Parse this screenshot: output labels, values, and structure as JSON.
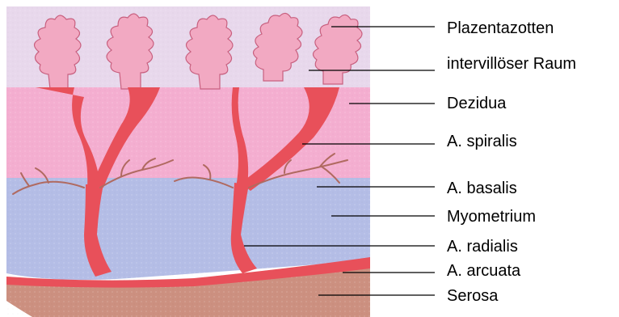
{
  "labels": {
    "plazentazotten": "Plazentazotten",
    "intervilloeser_raum": "intervillöser Raum",
    "dezidua": "Dezidua",
    "a_spiralis": "A. spiralis",
    "a_basalis": "A. basalis",
    "myometrium": "Myometrium",
    "a_radialis": "A. radialis",
    "a_arcuata": "A. arcuata",
    "serosa": "Serosa"
  },
  "colors": {
    "intervillous_space": "#e8d8ec",
    "villi": "#f2a9c2",
    "villi_outline": "#c8607f",
    "decidua": "#f4aed0",
    "myometrium": "#b4bde6",
    "artery": "#e8505a",
    "artery_dark": "#b23a40",
    "branch": "#b06a60",
    "serosa": "#cc9080",
    "leader_line": "#000000"
  }
}
